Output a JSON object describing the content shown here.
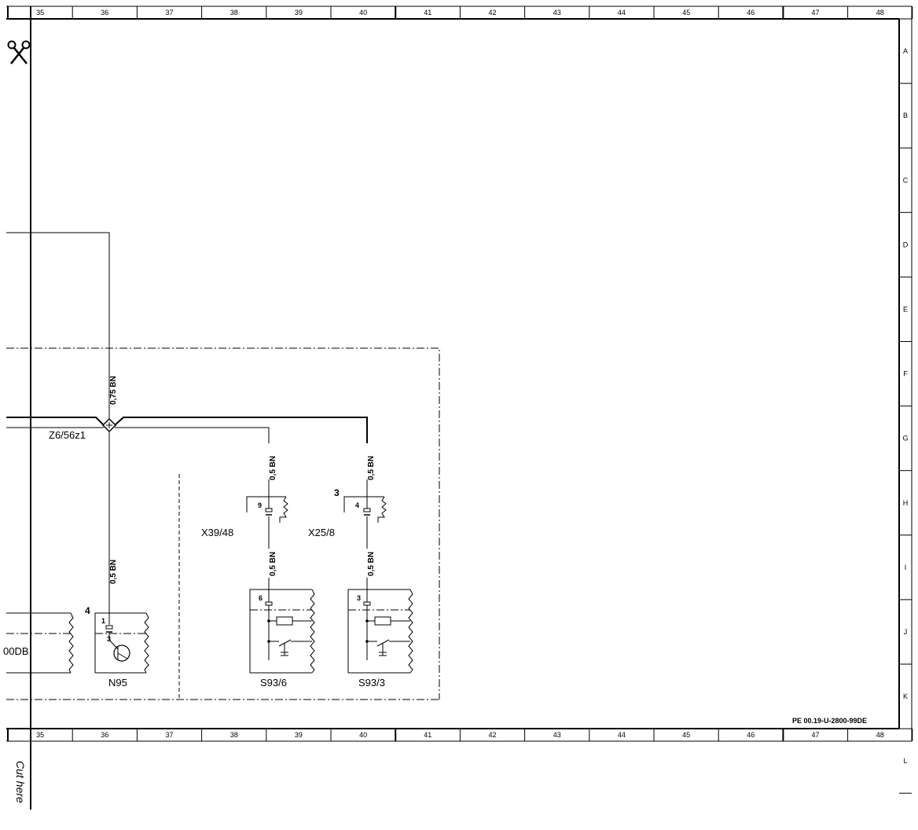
{
  "sheet": {
    "columns": [
      "35",
      "36",
      "37",
      "38",
      "39",
      "40",
      "41",
      "42",
      "43",
      "44",
      "45",
      "46",
      "47",
      "48"
    ],
    "rows": [
      "A",
      "B",
      "C",
      "D",
      "E",
      "F",
      "G",
      "H",
      "I",
      "J",
      "K",
      "L"
    ],
    "doc_ref": "PE 00.19-U-2800-99DE",
    "cut_label": "Cut here"
  },
  "wires": {
    "w_top": "0,75 BN",
    "w_n95": "0,5 BN",
    "w_x39_top": "0,5 BN",
    "w_x25_top": "0,5 BN",
    "w_x39_bot": "0,5 BN",
    "w_x25_bot": "0,5 BN"
  },
  "components": {
    "splice": "Z6/56z1",
    "conn_x39": "X39/48",
    "conn_x25": "X25/8",
    "n95": "N95",
    "s93_6": "S93/6",
    "s93_3": "S93/3",
    "left_module": "00DB"
  },
  "pins": {
    "x39_pin": "9",
    "x25_pin": "4",
    "x25_num": "3",
    "n95_num": "4",
    "n95_pin1": "1",
    "n95_pin3": "3",
    "s93_6_pin": "6",
    "s93_3_pin": "3"
  }
}
